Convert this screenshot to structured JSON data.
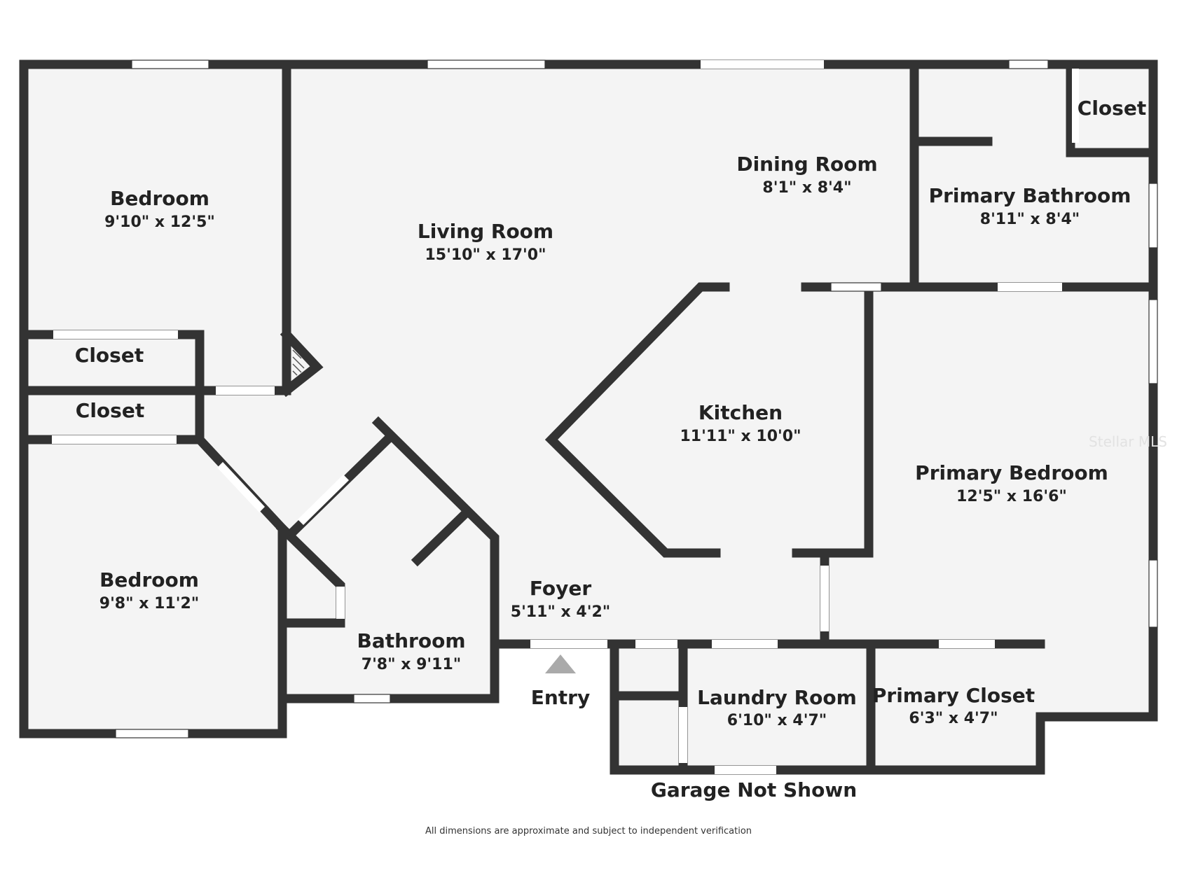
{
  "colors": {
    "wall": "#333333",
    "floor": "#f4f4f4",
    "window": "#ffffff",
    "entry_marker": "#aaaaaa"
  },
  "rooms": {
    "bedroom_1": {
      "name": "Bedroom",
      "dims": "9'10\" x 12'5\""
    },
    "living_room": {
      "name": "Living Room",
      "dims": "15'10\" x 17'0\""
    },
    "dining_room": {
      "name": "Dining Room",
      "dims": "8'1\" x 8'4\""
    },
    "primary_bathroom": {
      "name": "Primary Bathroom",
      "dims": "8'11\" x 8'4\""
    },
    "primary_bath_closet": {
      "name": "Closet"
    },
    "closet_1": {
      "name": "Closet"
    },
    "closet_2": {
      "name": "Closet"
    },
    "kitchen": {
      "name": "Kitchen",
      "dims": "11'11\" x 10'0\""
    },
    "primary_bedroom": {
      "name": "Primary Bedroom",
      "dims": "12'5\" x 16'6\""
    },
    "bedroom_2": {
      "name": "Bedroom",
      "dims": "9'8\" x 11'2\""
    },
    "foyer": {
      "name": "Foyer",
      "dims": "5'11\" x 4'2\""
    },
    "bathroom": {
      "name": "Bathroom",
      "dims": "7'8\" x 9'11\""
    },
    "laundry_room": {
      "name": "Laundry Room",
      "dims": "6'10\" x 4'7\""
    },
    "primary_closet": {
      "name": "Primary Closet",
      "dims": "6'3\" x 4'7\""
    }
  },
  "labels": {
    "entry": "Entry",
    "garage_note": "Garage Not Shown",
    "disclaimer": "All dimensions are approximate and subject to independent verification",
    "watermark": "Stellar MLS"
  }
}
